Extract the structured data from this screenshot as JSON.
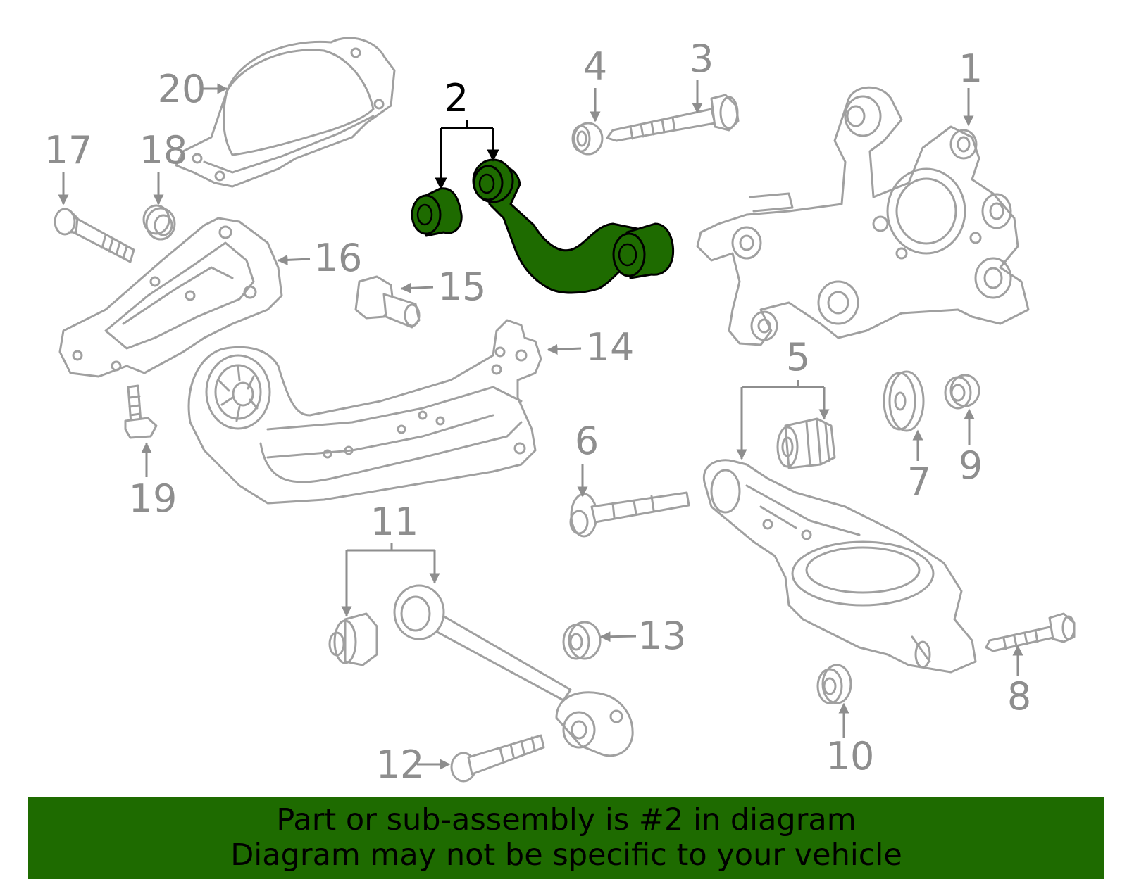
{
  "callouts": {
    "c1": "1",
    "c2": "2",
    "c3": "3",
    "c4": "4",
    "c5": "5",
    "c6": "6",
    "c7": "7",
    "c8": "8",
    "c9": "9",
    "c10": "10",
    "c11": "11",
    "c12": "12",
    "c13": "13",
    "c14": "14",
    "c15": "15",
    "c16": "16",
    "c17": "17",
    "c18": "18",
    "c19": "19",
    "c20": "20"
  },
  "highlight_part": "2",
  "colors": {
    "highlight": "#1e6b00",
    "outline": "#a0a0a0",
    "banner": "#1e6b00"
  },
  "banner": {
    "line1": "Part or sub-assembly is #2 in diagram",
    "line2": "Diagram may not be specific to your vehicle"
  }
}
